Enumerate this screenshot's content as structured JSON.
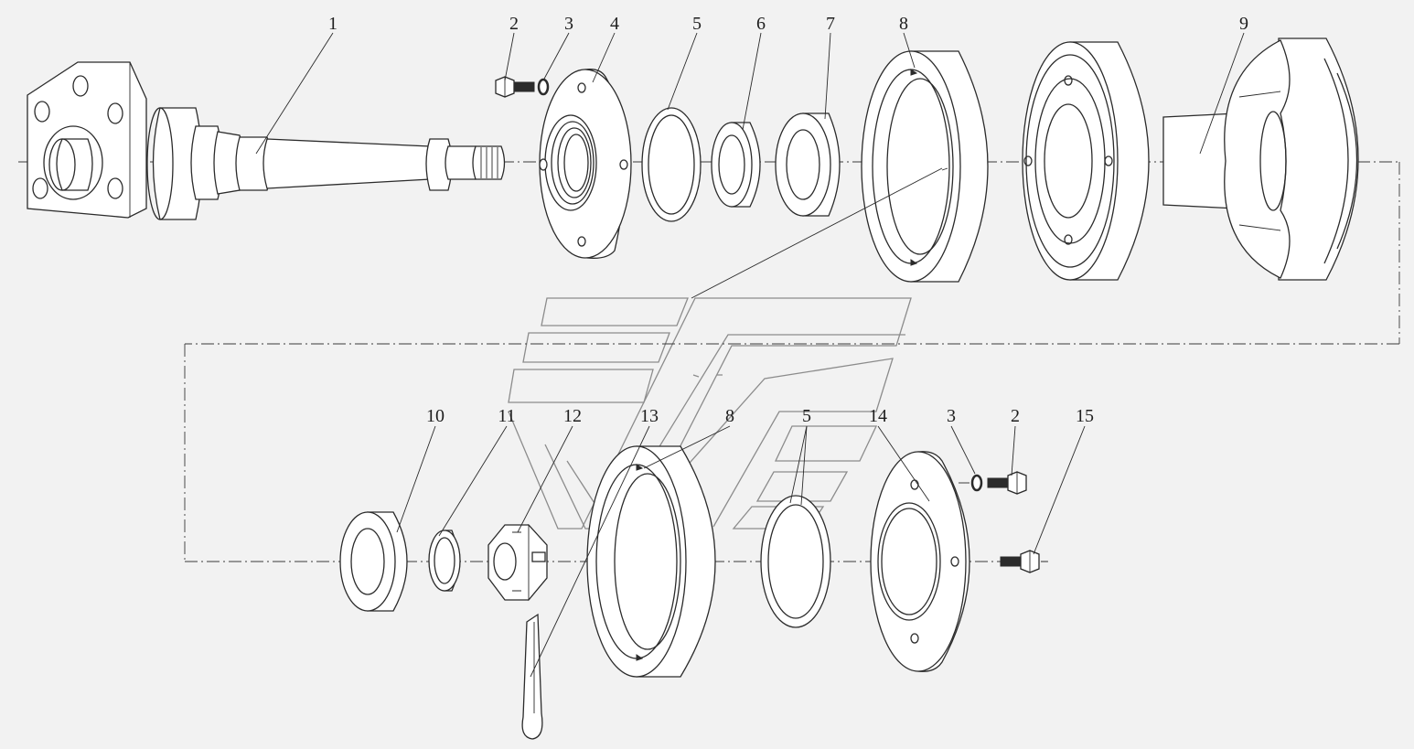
{
  "callouts": {
    "c1": "1",
    "c2": "2",
    "c3": "3",
    "c4": "4",
    "c5": "5",
    "c6": "6",
    "c7": "7",
    "c8": "8",
    "c9": "9",
    "c10": "10",
    "c11": "11",
    "c12": "12",
    "c13": "13",
    "c8b": "8",
    "c5b": "5",
    "c14": "14",
    "c3b": "3",
    "c2b": "2",
    "c15": "15"
  },
  "colors": {
    "background": "#f2f2f2",
    "line": "#2b2b2b",
    "watermark": "#8c8c8c"
  }
}
